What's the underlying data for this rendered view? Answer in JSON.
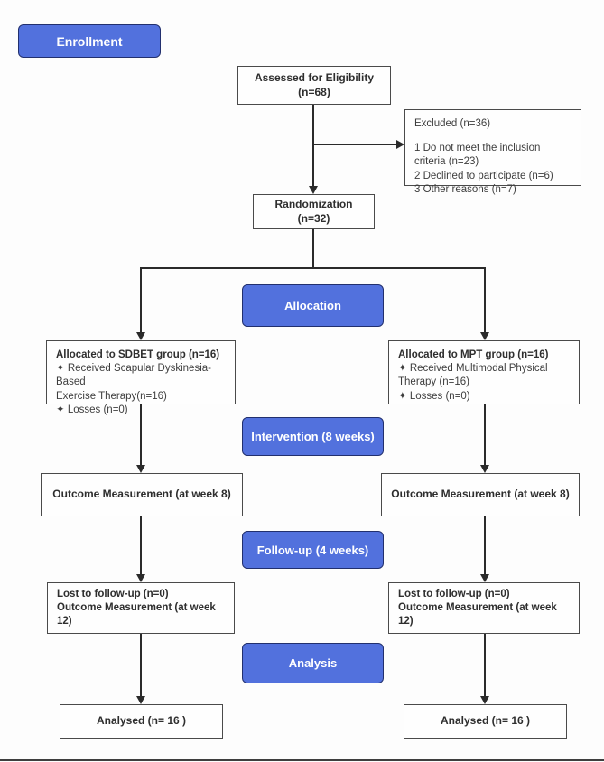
{
  "palette": {
    "stage_fill": "#5271dd",
    "stage_border": "#22306e",
    "box_border": "#4a4a4a",
    "line_color": "#2a2a2a",
    "text": "#2e2e2e"
  },
  "stage_labels": {
    "enrollment": "Enrollment",
    "allocation": "Allocation",
    "intervention": "Intervention (8 weeks)",
    "followup": "Follow-up (4 weeks)",
    "analysis": "Analysis"
  },
  "boxes": {
    "assessed": {
      "line1": "Assessed for Eligibility",
      "line2": "(n=68)"
    },
    "excluded": {
      "title": "Excluded (n=36)",
      "lines": [
        "1 Do not meet the inclusion",
        "criteria (n=23)",
        "2 Declined to participate (n=6)",
        "3 Other reasons (n=7)"
      ]
    },
    "randomization": {
      "line1": "Randomization",
      "line2": "(n=32)"
    },
    "sdbet": {
      "title": "Allocated to SDBET group  (n=16)",
      "lines": [
        "✦ Received Scapular Dyskinesia-Based",
        "Exercise Therapy(n=16)",
        "✦ Losses (n=0)"
      ]
    },
    "mpt": {
      "title": "Allocated to MPT group (n=16)",
      "lines": [
        "✦ Received Multimodal Physical",
        "Therapy (n=16)",
        "✦ Losses (n=0)"
      ]
    },
    "outcome_week8_left": "Outcome Measurement (at week 8)",
    "outcome_week8_right": "Outcome Measurement (at week 8)",
    "lost_left": {
      "line1": "Lost to follow-up (n=0)",
      "line2": "Outcome Measurement (at week 12)"
    },
    "lost_right": {
      "line1": "Lost to follow-up (n=0)",
      "line2": "Outcome Measurement (at week 12)"
    },
    "analysed_left": "Analysed (n= 16 )",
    "analysed_right": "Analysed (n= 16 )"
  }
}
